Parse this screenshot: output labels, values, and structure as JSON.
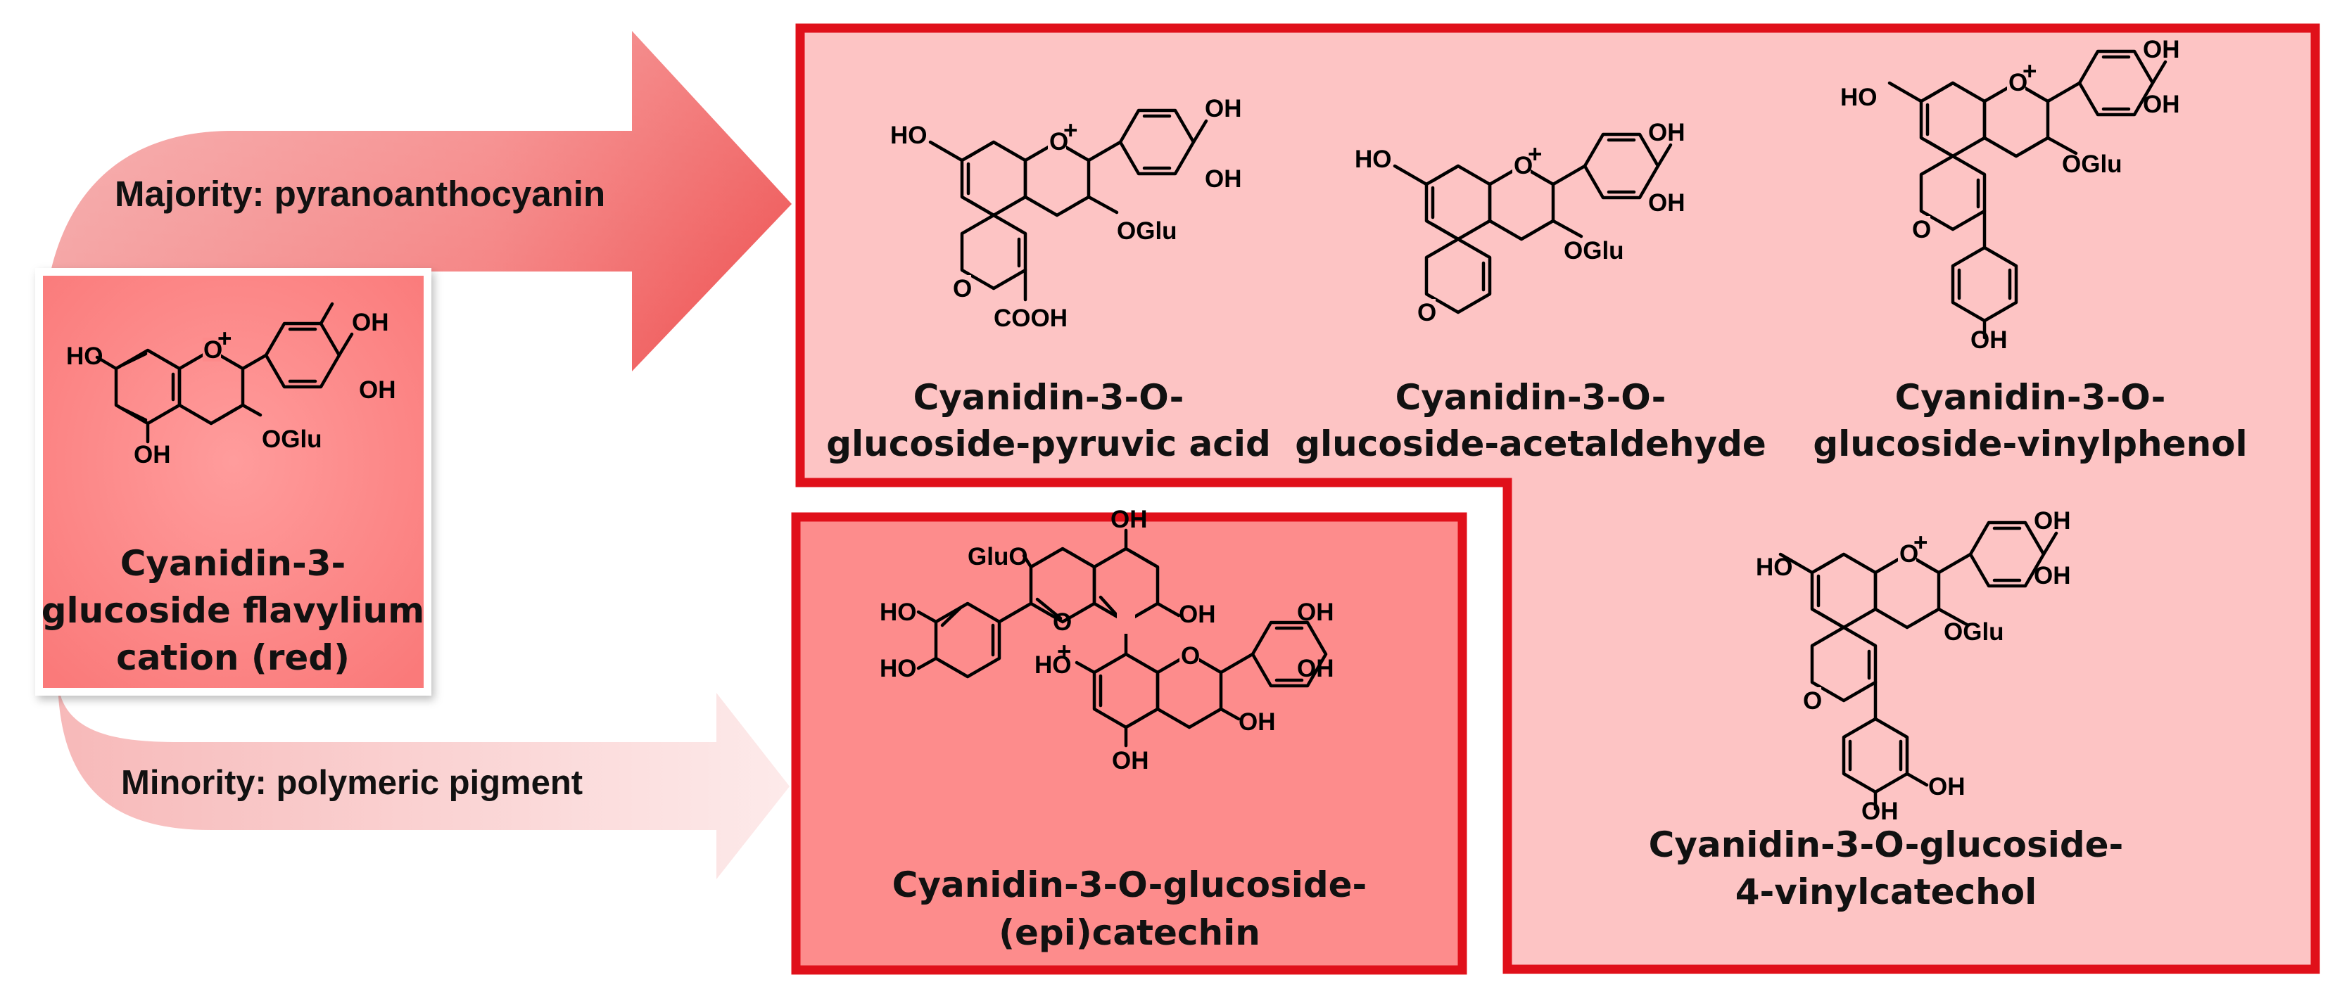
{
  "arrows": {
    "majority_label": "Majority: pyranoanthocyanin",
    "minority_label": "Minority: polymeric pigment"
  },
  "source": {
    "name_lines": [
      "Cyanidin-3-",
      "glucoside flavylium",
      "cation (red)"
    ]
  },
  "products": {
    "pyruvic": {
      "name_lines": [
        "Cyanidin-3-O-",
        "glucoside-pyruvic acid"
      ]
    },
    "acetaldehyde": {
      "name_lines": [
        "Cyanidin-3-O-",
        "glucoside-acetaldehyde"
      ]
    },
    "vinylphenol": {
      "name_lines": [
        "Cyanidin-3-O-",
        "glucoside-vinylphenol"
      ]
    },
    "vinylcatechol": {
      "name_lines": [
        "Cyanidin-3-O-glucoside-",
        "4-vinylcatechol"
      ]
    },
    "catechin": {
      "name_lines": [
        "Cyanidin-3-O-glucoside-",
        "(epi)catechin"
      ]
    }
  },
  "chem_labels": {
    "ho": "HO",
    "oh": "OH",
    "o": "O",
    "oplus": "+",
    "oglu": "OGlu",
    "gluo": "GluO",
    "cooh": "COOH"
  },
  "colors": {
    "box_border": "#e0101a",
    "light_fill": "#fdc4c4",
    "dark_fill": "#fd8c8c",
    "arrow": "#f06a6a"
  }
}
